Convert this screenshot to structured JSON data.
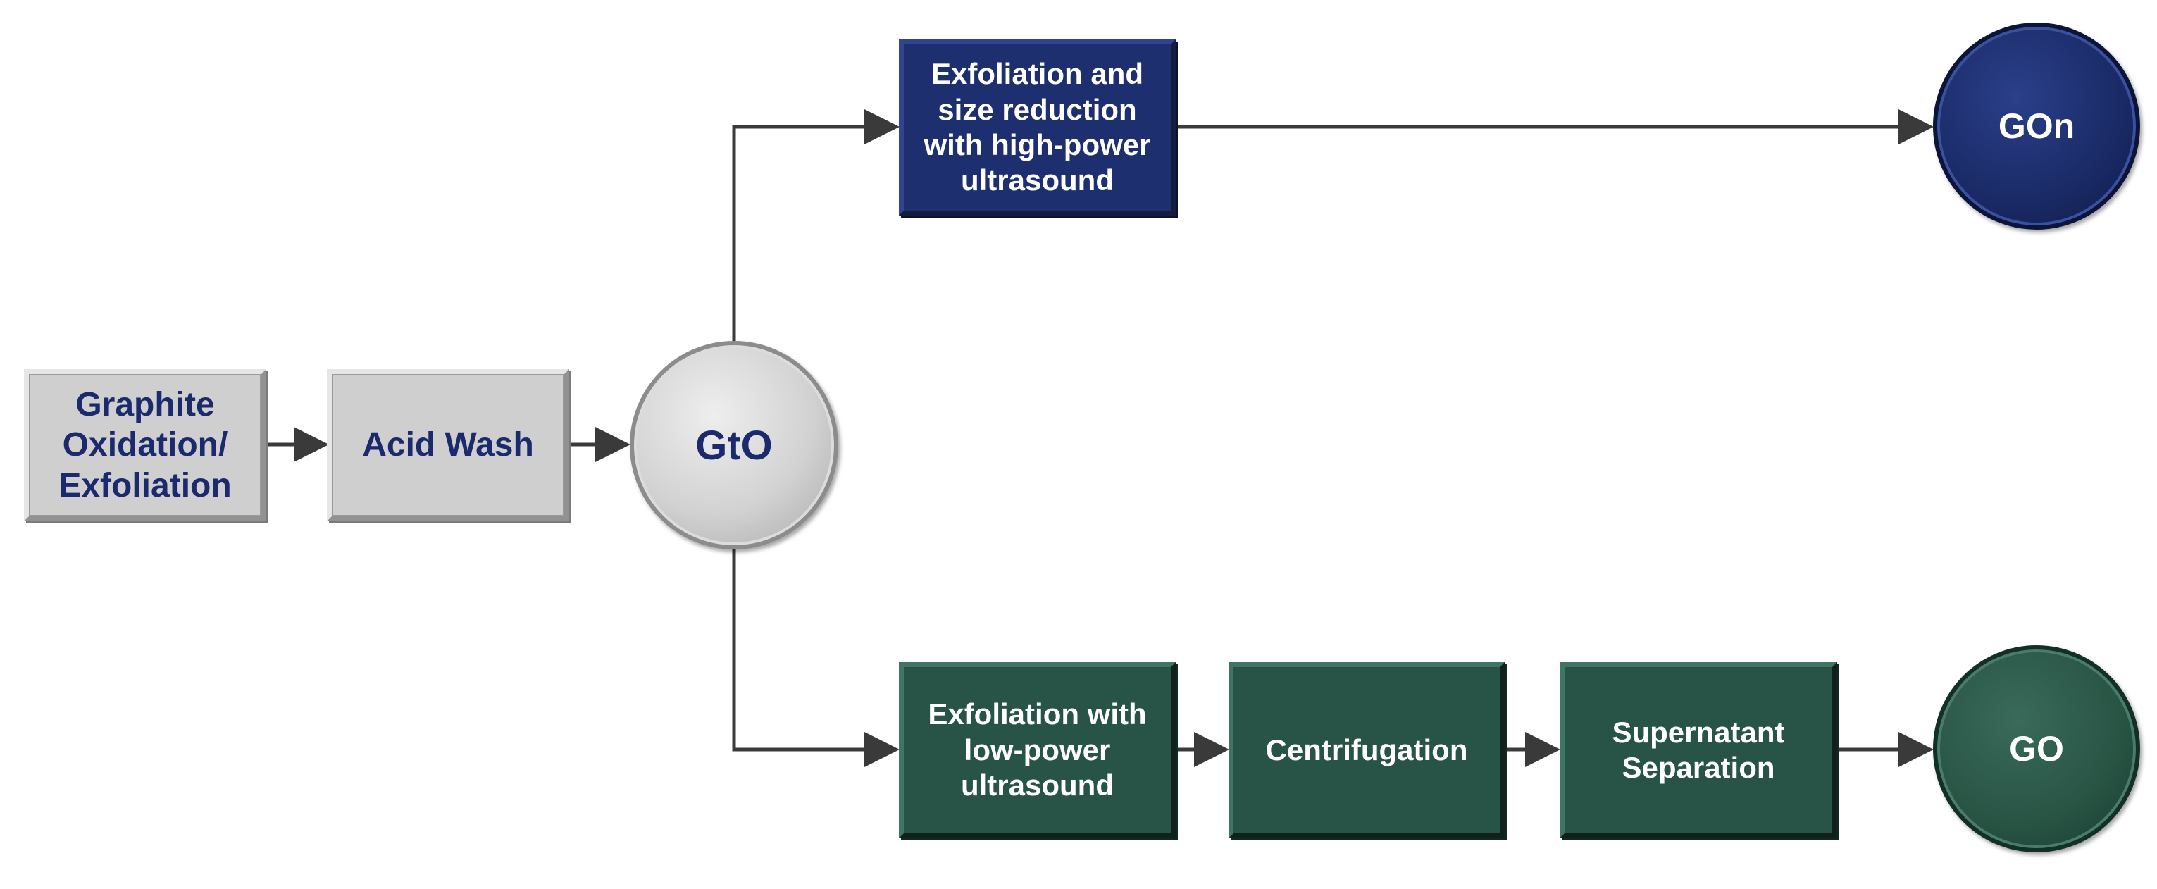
{
  "nodes": {
    "graphite_oxidation": [
      "Graphite",
      "Oxidation/",
      "Exfoliation"
    ],
    "acid_wash": [
      "Acid Wash"
    ],
    "gto": "GtO",
    "high_power": [
      "Exfoliation and",
      "size reduction",
      "with high-power",
      "ultrasound"
    ],
    "gon": "GOn",
    "low_power": [
      "Exfoliation with",
      "low-power",
      "ultrasound"
    ],
    "centrifugation": [
      "Centrifugation"
    ],
    "supernatant": [
      "Supernatant",
      "Separation"
    ],
    "go": "GO"
  },
  "colors": {
    "gray": "#cfcfcf",
    "navy": "#1d2f6e",
    "green": "#275446",
    "connector": "#3a3a3a",
    "gray_text": "#1a2a6c"
  }
}
